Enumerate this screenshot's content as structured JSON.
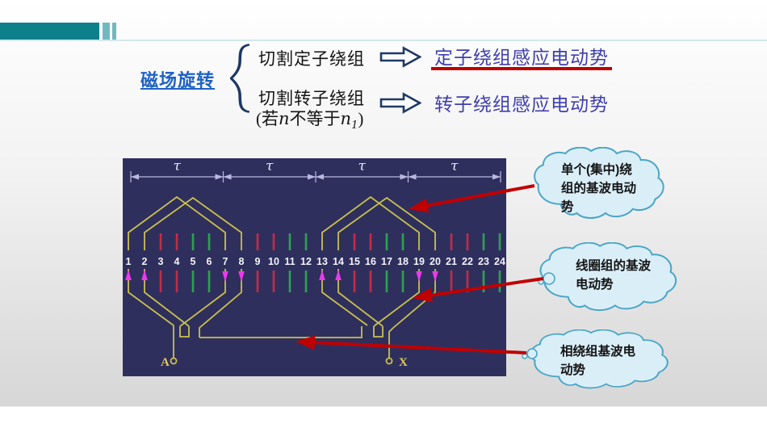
{
  "decoration": {
    "accent_color": "#0E808C",
    "accent_light": "#72B8BF"
  },
  "concept": {
    "topic": "磁场旋转",
    "row1": {
      "cause": "切割定子绕组",
      "effect": "定子绕组感应电动势"
    },
    "row2": {
      "cause": "切割转子绕组",
      "cond_prefix": "(若",
      "cond_var1": "n",
      "cond_mid": "不等于",
      "cond_var2": "n",
      "cond_sub": "1",
      "cond_suffix": ")",
      "effect": "转子绕组感应电动势"
    },
    "effect_color": "#3F3FAE",
    "underline_color": "#BE0000"
  },
  "diagram": {
    "tau": "τ",
    "tau_count": 4,
    "slot_numbers": [
      "1",
      "2",
      "3",
      "4",
      "5",
      "6",
      "7",
      "8",
      "9",
      "10",
      "11",
      "12",
      "13",
      "14",
      "15",
      "16",
      "17",
      "18",
      "19",
      "20",
      "21",
      "22",
      "23",
      "24"
    ],
    "terminal_left": "A",
    "terminal_right": "X",
    "coil_slots": [
      1,
      2,
      7,
      8,
      13,
      14,
      19,
      20
    ],
    "red_slots": [
      3,
      4,
      9,
      10,
      15,
      16,
      21,
      22
    ],
    "green_slots": [
      5,
      6,
      11,
      12,
      17,
      18,
      23,
      24
    ],
    "arrow_up_slots": [
      1,
      2,
      13,
      14
    ],
    "arrow_down_slots": [
      7,
      8,
      19,
      20
    ],
    "colors": {
      "background": "#2F2F5E",
      "coil": "#C9C14C",
      "bar_red": "#C52B45",
      "bar_green": "#2BA44C",
      "emf_arrow": "#E93BE9",
      "number": "#F2F2F8",
      "dimension": "#B9B9DE",
      "terminal_label": "#E3CC4E"
    }
  },
  "callouts": [
    {
      "lines": [
        "单个(集中)绕",
        "组的基波电动",
        "势"
      ]
    },
    {
      "lines": [
        "线圈组的基波",
        "电动势"
      ]
    },
    {
      "lines": [
        "相绕组基波电",
        "动势"
      ]
    }
  ],
  "annotation": {
    "arrow_color": "#C00000"
  }
}
